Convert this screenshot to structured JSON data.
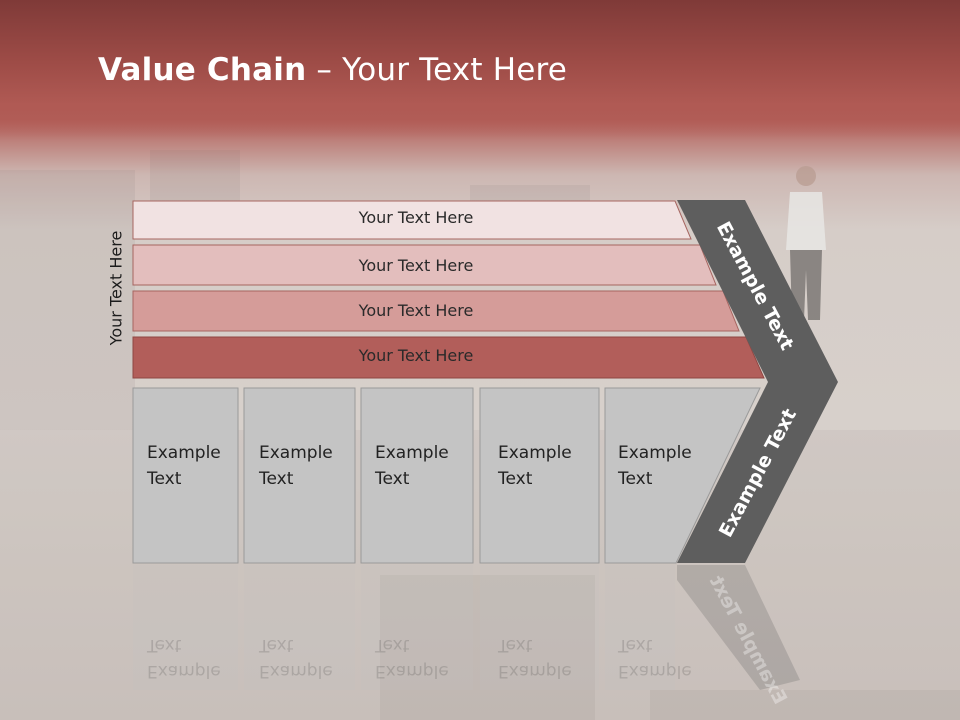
{
  "slide": {
    "title_bold": "Value Chain",
    "title_rest": " – Your Text Here",
    "side_label": "Your Text Here"
  },
  "bars": [
    {
      "label": "Your Text Here",
      "color": "#f1e2e2"
    },
    {
      "label": "Your Text Here",
      "color": "#e3bebd"
    },
    {
      "label": "Your Text Here",
      "color": "#d59c99"
    },
    {
      "label": "Your Text Here",
      "color": "#b25e5a"
    }
  ],
  "boxes": [
    {
      "line1": "Example",
      "line2": "Text"
    },
    {
      "line1": "Example",
      "line2": "Text"
    },
    {
      "line1": "Example",
      "line2": "Text"
    },
    {
      "line1": "Example",
      "line2": "Text"
    },
    {
      "line1": "Example",
      "line2": "Text"
    }
  ],
  "arrow": {
    "upper_label": "Example Text",
    "lower_label": "Example Text",
    "color": "#5e5e5e"
  },
  "colors": {
    "header": "#9e4c47",
    "box_fill": "#c4c4c4",
    "box_border": "#9a9a9a"
  }
}
